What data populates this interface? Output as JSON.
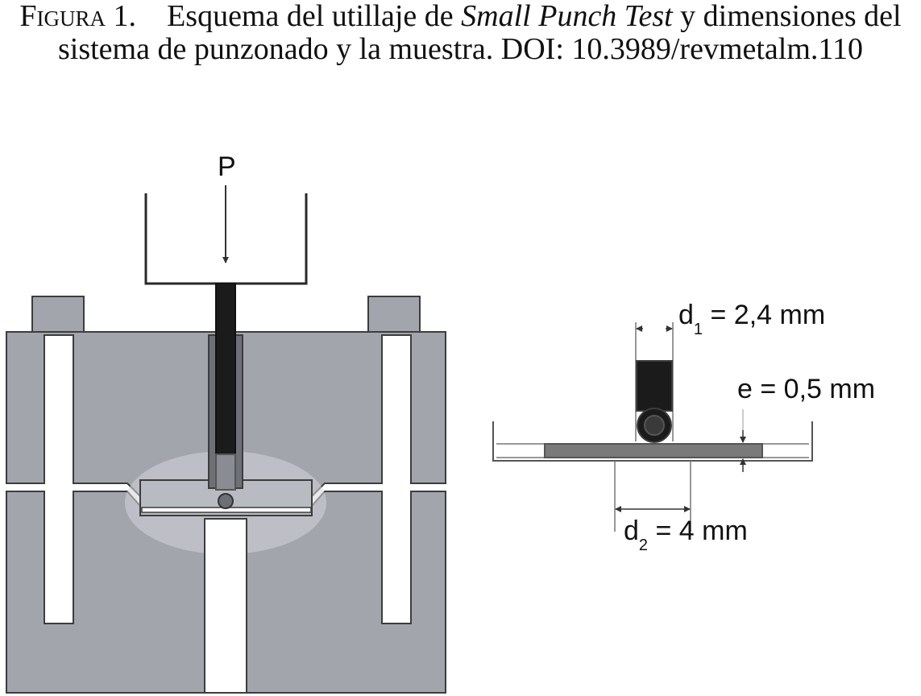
{
  "caption": {
    "label": "Figura 1.",
    "text_before": "Esquema del utillaje de ",
    "text_italic": "Small Punch Test",
    "text_after": " y dimensiones del sistema de punzonado y la muestra. DOI: 10.3989/revmetalm.110"
  },
  "figure": {
    "load_label": "P",
    "d1_label": "d",
    "d1_sub": "1",
    "d1_value": " = 2,4 mm",
    "e_label": "e = 0,5 mm",
    "d2_label": "d",
    "d2_sub": "2",
    "d2_value": " = 4 mm"
  },
  "colors": {
    "body_gray": "#a3a5ad",
    "outline": "#3d3d3d",
    "punch_black": "#1b1b1b",
    "sample_gray": "#7a7a7a",
    "highlight": "#d5d6da"
  }
}
